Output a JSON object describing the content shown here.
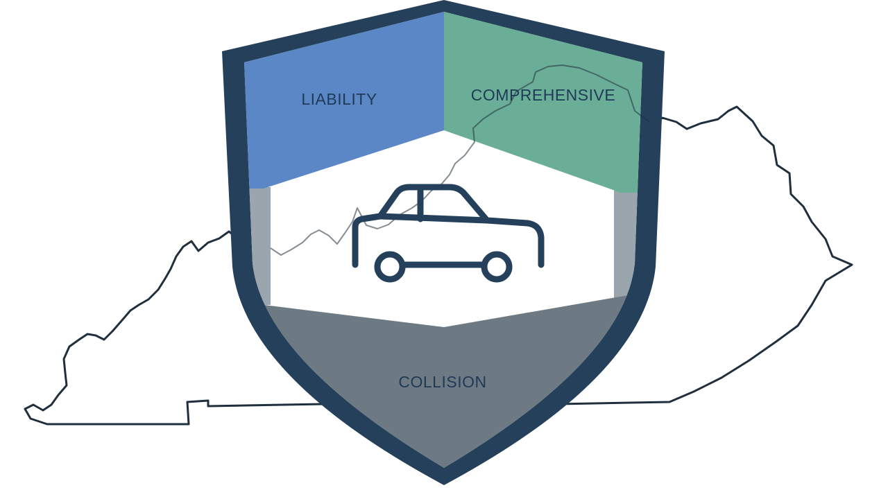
{
  "segments": {
    "liability": {
      "label": "LIABILITY",
      "color": "#5b87c7"
    },
    "comprehensive": {
      "label": "COMPREHENSIVE",
      "color": "#6aae98"
    },
    "collision": {
      "label": "COLLISION",
      "color": "#6e7a83"
    }
  },
  "colors": {
    "shield_border": "#24405b",
    "shield_center": "#ffffff",
    "label_text": "#1f3a56",
    "state_outline": "#1f2f3d",
    "car_outline": "#24405b",
    "middle_band": "#9aa5ad"
  },
  "icons": {
    "shield": "shield-icon",
    "car": "car-icon",
    "state_map": "kentucky-outline"
  }
}
